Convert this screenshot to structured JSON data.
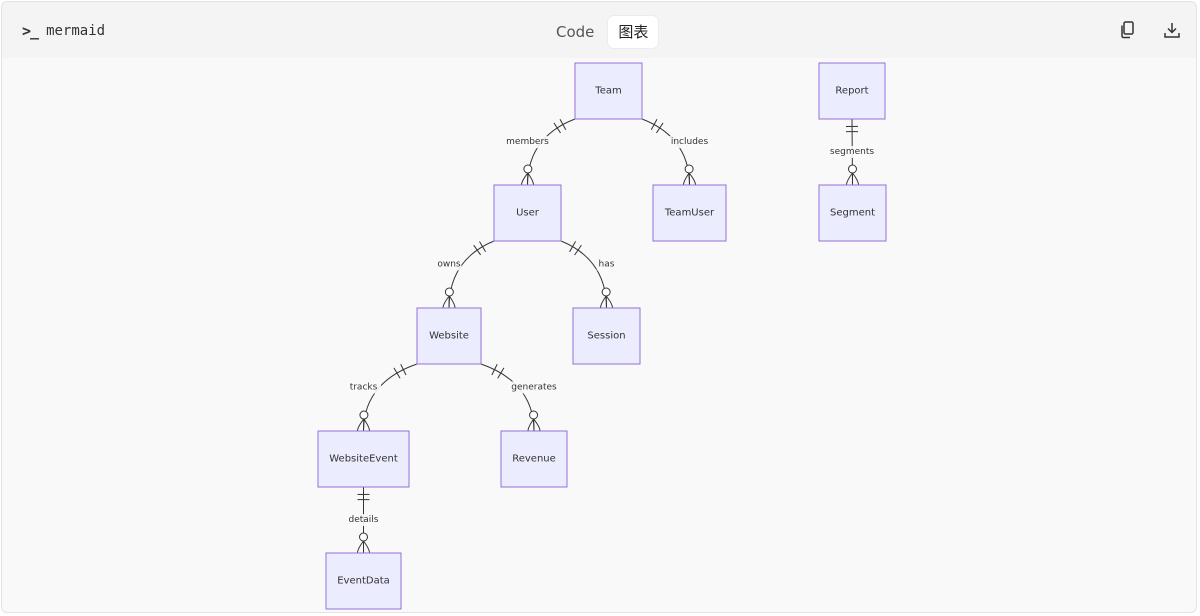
{
  "toolbar": {
    "brand_icon": ">_",
    "brand_name": "mermaid",
    "tabs": [
      {
        "label": "Code",
        "active": false
      },
      {
        "label": "图表",
        "active": true
      }
    ],
    "actions": [
      {
        "icon": "copy-icon"
      },
      {
        "icon": "download-icon"
      }
    ]
  },
  "diagram": {
    "type": "er-diagram",
    "colors": {
      "entity_fill": "#ececff",
      "entity_stroke": "#9370db",
      "line": "#333333"
    },
    "entities": [
      {
        "id": "Team",
        "label": "Team"
      },
      {
        "id": "Report",
        "label": "Report"
      },
      {
        "id": "User",
        "label": "User"
      },
      {
        "id": "TeamUser",
        "label": "TeamUser"
      },
      {
        "id": "Segment",
        "label": "Segment"
      },
      {
        "id": "Website",
        "label": "Website"
      },
      {
        "id": "Session",
        "label": "Session"
      },
      {
        "id": "WebsiteEvent",
        "label": "WebsiteEvent"
      },
      {
        "id": "Revenue",
        "label": "Revenue"
      },
      {
        "id": "EventData",
        "label": "EventData"
      }
    ],
    "relationships": [
      {
        "from": "Team",
        "to": "User",
        "label": "members",
        "from_card": "exactly-one",
        "to_card": "zero-or-more"
      },
      {
        "from": "Team",
        "to": "TeamUser",
        "label": "includes",
        "from_card": "exactly-one",
        "to_card": "zero-or-more"
      },
      {
        "from": "Report",
        "to": "Segment",
        "label": "segments",
        "from_card": "exactly-one",
        "to_card": "zero-or-more"
      },
      {
        "from": "User",
        "to": "Website",
        "label": "owns",
        "from_card": "exactly-one",
        "to_card": "zero-or-more"
      },
      {
        "from": "User",
        "to": "Session",
        "label": "has",
        "from_card": "exactly-one",
        "to_card": "zero-or-more"
      },
      {
        "from": "Website",
        "to": "WebsiteEvent",
        "label": "tracks",
        "from_card": "exactly-one",
        "to_card": "zero-or-more"
      },
      {
        "from": "Website",
        "to": "Revenue",
        "label": "generates",
        "from_card": "exactly-one",
        "to_card": "zero-or-more"
      },
      {
        "from": "WebsiteEvent",
        "to": "EventData",
        "label": "details",
        "from_card": "exactly-one",
        "to_card": "zero-or-more"
      }
    ]
  }
}
